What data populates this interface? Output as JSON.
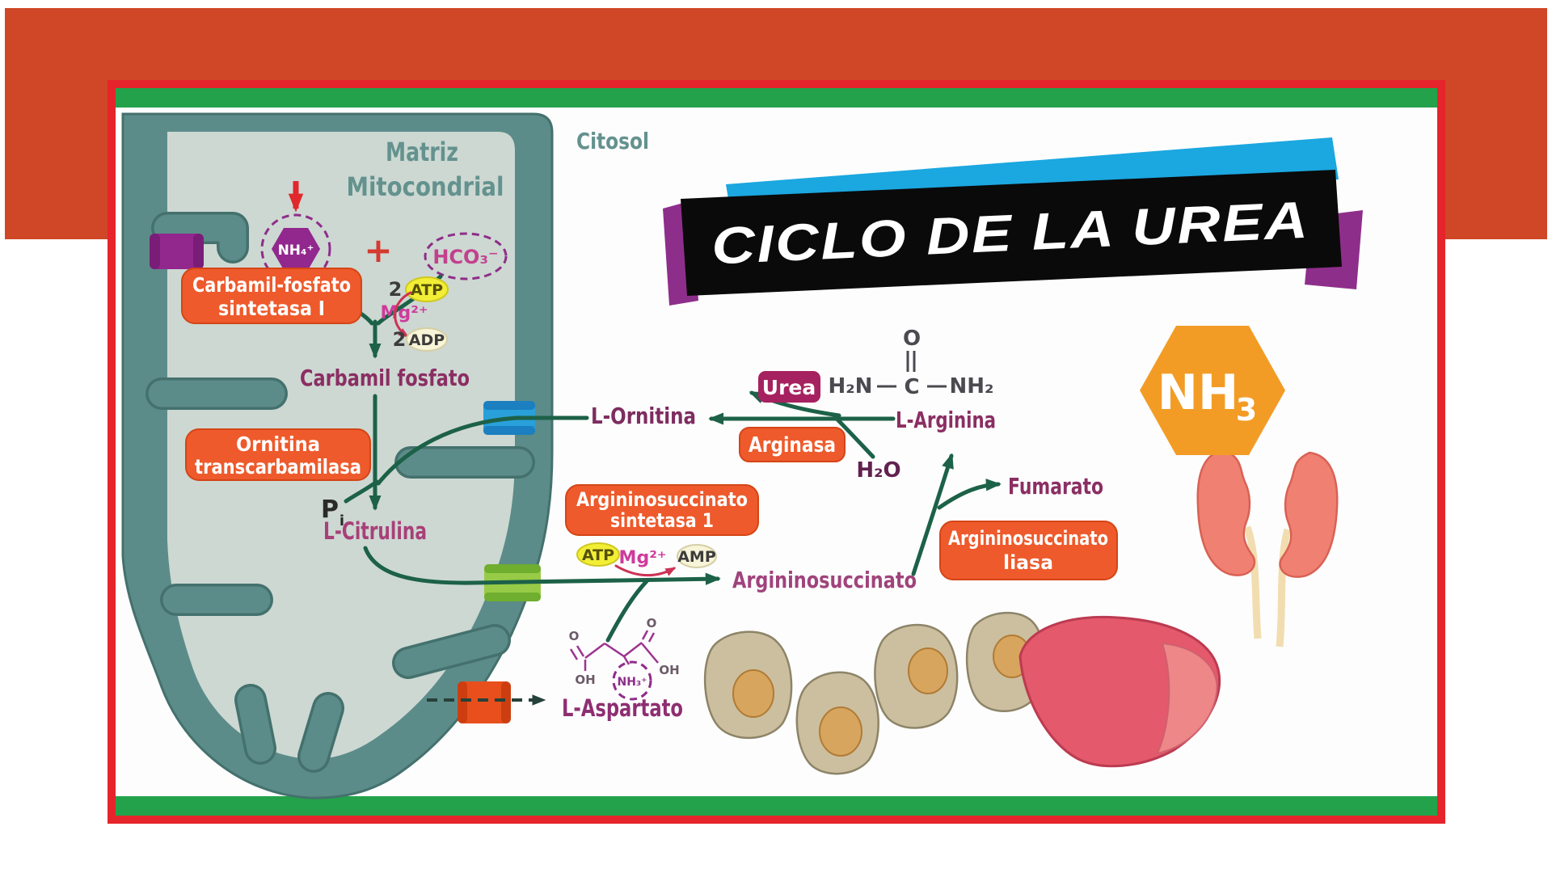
{
  "title": {
    "text": "CICLO DE LA UREA"
  },
  "labels": {
    "matrix_line1": "Matriz",
    "matrix_line2": "Mitocondrial",
    "cytosol": "Citosol"
  },
  "enzymes": {
    "cps1": {
      "line1": "Carbamil-fosfato",
      "line2": "sintetasa I"
    },
    "otc": {
      "line1": "Ornitina",
      "line2": "transcarbamilasa"
    },
    "ass1": {
      "line1": "Argininosuccinato",
      "line2": "sintetasa 1"
    },
    "asl": {
      "line1": "Argininosuccinato",
      "line2": "liasa"
    },
    "arginase": {
      "label": "Arginasa"
    }
  },
  "metabolites": {
    "ammonium": "NH₄⁺",
    "plus_sign": "+",
    "bicarbonate": "HCO₃⁻",
    "carbamoyl_phosphate": "Carbamil fosfato",
    "phosphate_main": "P",
    "phosphate_sub": "i",
    "citrulline": "L-Citrulina",
    "ornithine": "L-Ornitina",
    "urea": "Urea",
    "arginine": "L-Arginina",
    "water": "H₂O",
    "fumarate": "Fumarato",
    "argininosuccinate": "Argininosuccinato",
    "aspartate": "L-Aspartato"
  },
  "cofactors": {
    "atp1_coeff": "2",
    "atp1": "ATP",
    "mg1": "Mg²⁺",
    "adp_coeff": "2",
    "adp": "ADP",
    "atp2": "ATP",
    "mg2": "Mg²⁺",
    "amp": "AMP"
  },
  "urea_formula": {
    "o": "O",
    "h2n": "H₂N",
    "c": "C",
    "nh2": "NH₂"
  },
  "aspartate_formula": {
    "o_left": "O",
    "oh_left": "OH",
    "o_right": "O",
    "oh_right": "OH",
    "amine": "NH₃⁺"
  },
  "icons": {
    "ammonia_hexagon_main": "NH",
    "ammonia_hexagon_sub": "3"
  },
  "colors": {
    "band": "#cf4727",
    "frame_red": "#e6242b",
    "frame_green": "#23a24b",
    "poster_white": "#fdfdfd",
    "membrane": "#5c8c89",
    "matrix": "#cdd8d2",
    "enzyme_box": "#ee5a2b",
    "urea_box": "#a6215f",
    "pathway_green": "#1c6148",
    "metabolite_plum": "#8b2e63",
    "title_black": "#0a0a0a",
    "title_cyan": "#1ba7e0",
    "title_purple": "#8e2e8b",
    "ammonia_orange": "#f29c26",
    "atp_yellow": "#f2ee35",
    "adp_cream": "#f8f4d8",
    "channel_purple": "#92278e",
    "channel_blue": "#29a0da",
    "channel_green": "#97cb47",
    "channel_orange": "#e84f1d"
  }
}
